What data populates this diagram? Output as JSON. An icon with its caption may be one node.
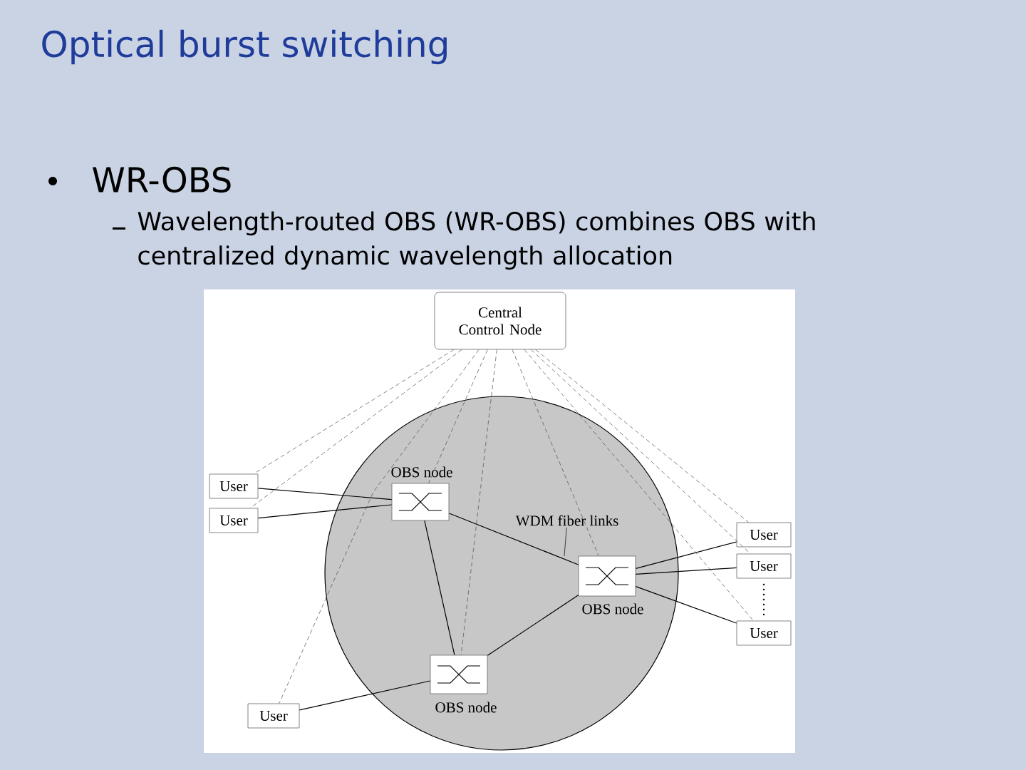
{
  "diagram": {
    "title": "Optical burst switching",
    "nodes": [
      {
        "text": [
          "Central Control Node"
        ]
      },
      {
        "text": [
          "OBS node"
        ]
      },
      {
        "text": [
          "OBS node"
        ]
      },
      {
        "text": [
          "OBS node"
        ]
      },
      {
        "text": [
          "User"
        ]
      },
      {
        "text": [
          "User"
        ]
      },
      {
        "text": [
          "User"
        ]
      },
      {
        "text": [
          "User"
        ]
      },
      {
        "text": [
          "User"
        ]
      },
      {
        "text": [
          "User"
        ]
      },
      {
        "text": [
          "WDM fiber links"
        ]
      }
    ],
    "edges": [
      {
        "from": 4,
        "to": 1,
        "arrow": "none"
      },
      {
        "from": 5,
        "to": 1,
        "arrow": "none"
      },
      {
        "from": 1,
        "to": 2,
        "arrow": "none"
      },
      {
        "from": 1,
        "to": 3,
        "arrow": "none"
      },
      {
        "from": 3,
        "to": 2,
        "arrow": "none"
      },
      {
        "from": 9,
        "to": 3,
        "arrow": "none"
      },
      {
        "from": 2,
        "to": 6,
        "arrow": "none"
      },
      {
        "from": 2,
        "to": 7,
        "arrow": "none"
      },
      {
        "from": 2,
        "to": 8,
        "arrow": "none"
      },
      {
        "from": 0,
        "to": 4,
        "arrow": "none",
        "style": "dashed"
      },
      {
        "from": 0,
        "to": 5,
        "arrow": "none",
        "style": "dashed"
      },
      {
        "from": 0,
        "to": 9,
        "arrow": "none",
        "style": "dashed"
      },
      {
        "from": 0,
        "to": 1,
        "arrow": "none",
        "style": "dashed"
      },
      {
        "from": 0,
        "to": 3,
        "arrow": "none",
        "style": "dashed"
      },
      {
        "from": 0,
        "to": 2,
        "arrow": "none",
        "style": "dashed"
      },
      {
        "from": 0,
        "to": 6,
        "arrow": "none",
        "style": "dashed"
      },
      {
        "from": 0,
        "to": 7,
        "arrow": "none",
        "style": "dashed"
      },
      {
        "from": 0,
        "to": 8,
        "arrow": "none",
        "style": "dashed"
      },
      {
        "from": 10,
        "to": null,
        "arrow": "none"
      }
    ],
    "labels": [
      "WR-OBS",
      "Wavelength-routed OBS (WR-OBS) combines OBS with centralized dynamic wavelength allocation"
    ]
  }
}
